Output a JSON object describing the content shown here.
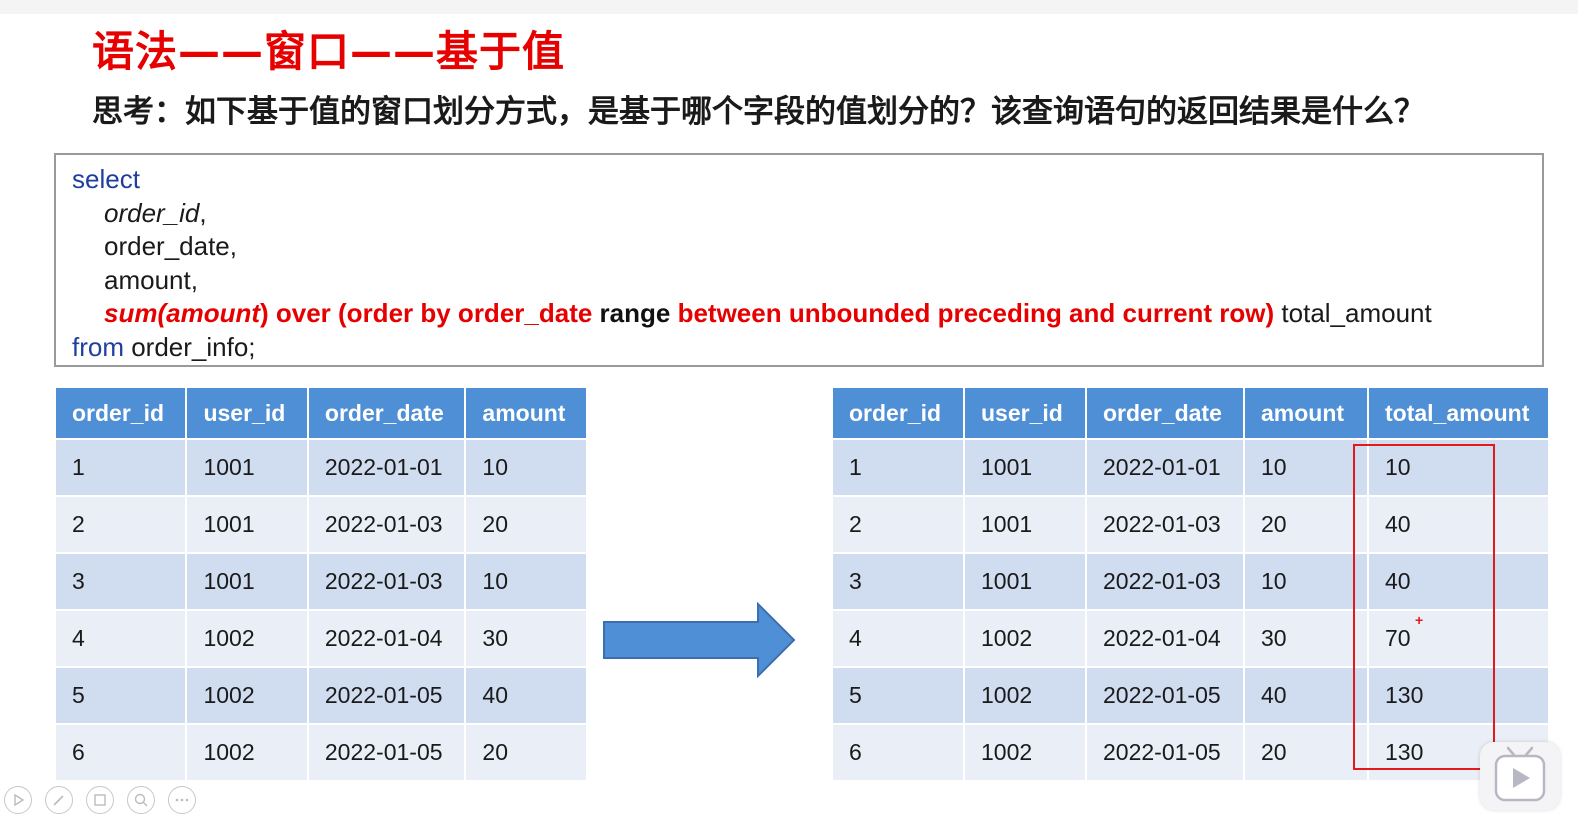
{
  "title": "语法——窗口——基于值",
  "question": "思考：如下基于值的窗口划分方式，是基于哪个字段的值划分的？该查询语句的返回结果是什么？",
  "code": {
    "select_kw": "select",
    "col1": "order_id",
    "col1_suffix": ",",
    "col2": "order_date,",
    "col3": "amount,",
    "sum_expr": "sum(amount",
    "over_part": ") over (order by order_date ",
    "range_kw": "range",
    "between_part": " between unbounded preceding and current row)",
    "alias": " total_amount",
    "from_kw": "from",
    "table_name": " order_info;"
  },
  "left_table": {
    "headers": [
      "order_id",
      "user_id",
      "order_date",
      "amount"
    ],
    "rows": [
      [
        "1",
        "1001",
        "2022-01-01",
        "10"
      ],
      [
        "2",
        "1001",
        "2022-01-03",
        "20"
      ],
      [
        "3",
        "1001",
        "2022-01-03",
        "10"
      ],
      [
        "4",
        "1002",
        "2022-01-04",
        "30"
      ],
      [
        "5",
        "1002",
        "2022-01-05",
        "40"
      ],
      [
        "6",
        "1002",
        "2022-01-05",
        "20"
      ]
    ]
  },
  "right_table": {
    "headers": [
      "order_id",
      "user_id",
      "order_date",
      "amount",
      "total_amount"
    ],
    "rows": [
      [
        "1",
        "1001",
        "2022-01-01",
        "10",
        "10"
      ],
      [
        "2",
        "1001",
        "2022-01-03",
        "20",
        "40"
      ],
      [
        "3",
        "1001",
        "2022-01-03",
        "10",
        "40"
      ],
      [
        "4",
        "1002",
        "2022-01-04",
        "30",
        "70"
      ],
      [
        "5",
        "1002",
        "2022-01-05",
        "40",
        "130"
      ],
      [
        "6",
        "1002",
        "2022-01-05",
        "20",
        "130"
      ]
    ]
  },
  "colors": {
    "title_red": "#e60000",
    "keyword_blue": "#1f3f9e",
    "header_blue": "#4f8fd6",
    "row_odd": "#d0dcef",
    "row_even": "#e9eef7",
    "highlight_red": "#e31a1a",
    "arrow_blue": "#4f8fd6"
  },
  "icons": {
    "arrow": "right-arrow-icon",
    "toolbar": [
      "play-icon",
      "pen-icon",
      "slides-icon",
      "zoom-icon",
      "more-icon"
    ],
    "overlay": "play-overlay-icon"
  }
}
